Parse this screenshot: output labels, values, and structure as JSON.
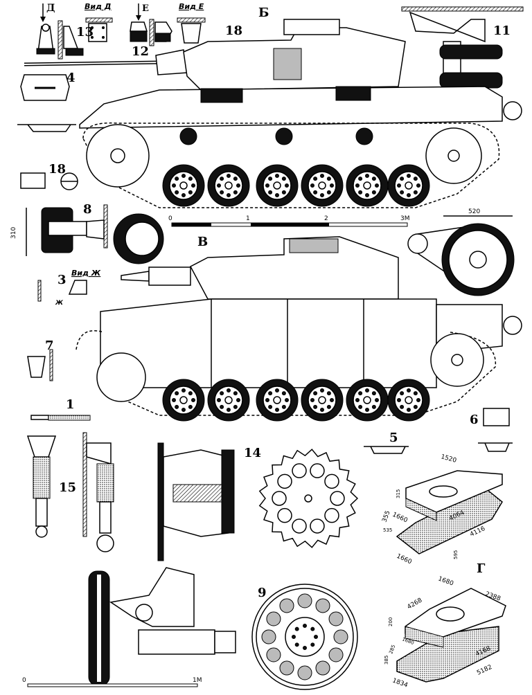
{
  "labels": {
    "view_D_arrow": "Д",
    "view_D": "Вид Д",
    "view_E_arrow": "Е",
    "view_E": "Вид Е",
    "view_B": "Б",
    "view_V": "В",
    "view_G": "Г",
    "n18a": "18",
    "n18b": "18",
    "n11": "11",
    "n13": "13",
    "n12": "12",
    "n4": "4",
    "n8": "8",
    "n3": "3",
    "view_Zh": "Вид Ж",
    "view_Zh_arrow": "Ж",
    "n7": "7",
    "n1": "1",
    "n15": "15",
    "n14": "14",
    "n5": "5",
    "n6": "6",
    "n9": "9"
  },
  "dimensions": {
    "d310": "310",
    "d520": "520",
    "iso1": [
      "1520",
      "4064",
      "4116",
      "1660",
      "1660",
      "355",
      "535",
      "315",
      "595"
    ],
    "iso2": [
      "1680",
      "2388",
      "4268",
      "4168",
      "5182",
      "1834",
      "1680",
      "285",
      "385",
      "200"
    ]
  },
  "scale_main": {
    "ticks": [
      "0",
      "1",
      "2",
      "3М"
    ]
  },
  "scale_detail": {
    "ticks": [
      "0",
      "1М"
    ]
  }
}
